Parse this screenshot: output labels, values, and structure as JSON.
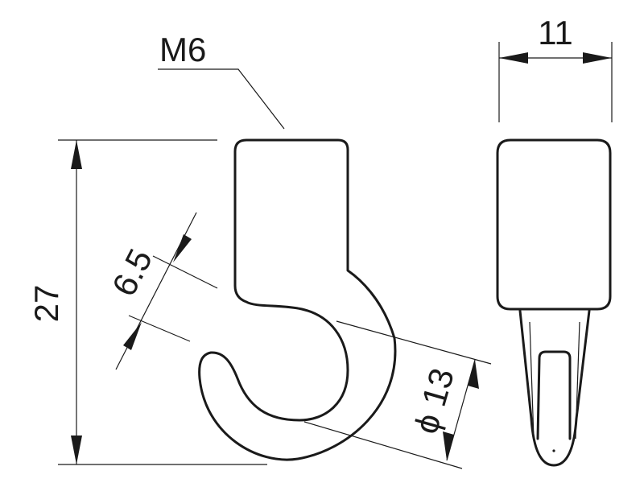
{
  "labels": {
    "thread": "M6",
    "width": "11",
    "height": "27",
    "opening": "6.5",
    "diameter": "ϕ 13"
  }
}
